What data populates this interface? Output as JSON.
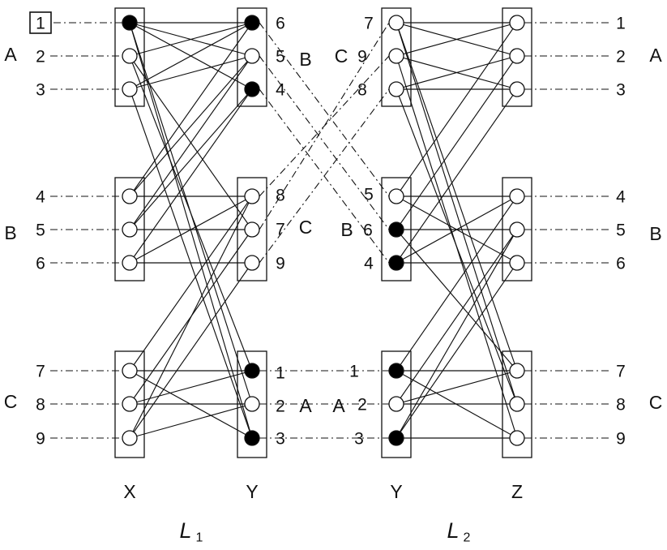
{
  "colors": {
    "line": "#111111",
    "filled": "#000000",
    "empty": "#ffffff",
    "background": "#ffffff"
  },
  "blocks": {
    "L1": {
      "title": {
        "letter": "L",
        "subscript": "1"
      },
      "columns": {
        "left": "X",
        "right": "Y"
      },
      "left": {
        "rows": [
          {
            "label": "1",
            "boxed": true,
            "filled": true
          },
          {
            "label": "2",
            "boxed": false,
            "filled": false
          },
          {
            "label": "3",
            "boxed": false,
            "filled": false
          },
          {
            "label": "4",
            "boxed": false,
            "filled": false
          },
          {
            "label": "5",
            "boxed": false,
            "filled": false
          },
          {
            "label": "6",
            "boxed": false,
            "filled": false
          },
          {
            "label": "7",
            "boxed": false,
            "filled": false
          },
          {
            "label": "8",
            "boxed": false,
            "filled": false
          },
          {
            "label": "9",
            "boxed": false,
            "filled": false
          }
        ],
        "groups": [
          "A",
          "B",
          "C"
        ]
      },
      "right": {
        "rows": [
          {
            "label": "6",
            "filled": true
          },
          {
            "label": "5",
            "filled": false
          },
          {
            "label": "4",
            "filled": true
          },
          {
            "label": "8",
            "filled": false
          },
          {
            "label": "7",
            "filled": false
          },
          {
            "label": "9",
            "filled": false
          },
          {
            "label": "1",
            "filled": true
          },
          {
            "label": "2",
            "filled": false
          },
          {
            "label": "3",
            "filled": true
          }
        ],
        "groups": [
          "B",
          "C",
          "A"
        ]
      },
      "edges": [
        [
          0,
          0
        ],
        [
          0,
          1
        ],
        [
          0,
          2
        ],
        [
          0,
          7
        ],
        [
          0,
          8
        ],
        [
          1,
          0
        ],
        [
          1,
          6
        ],
        [
          1,
          4
        ],
        [
          2,
          0
        ],
        [
          2,
          1
        ],
        [
          2,
          8
        ],
        [
          3,
          0
        ],
        [
          3,
          1
        ],
        [
          3,
          3
        ],
        [
          4,
          1
        ],
        [
          4,
          2
        ],
        [
          4,
          4
        ],
        [
          5,
          2
        ],
        [
          5,
          3
        ],
        [
          5,
          5
        ],
        [
          6,
          3
        ],
        [
          6,
          6
        ],
        [
          6,
          8
        ],
        [
          7,
          4
        ],
        [
          7,
          7
        ],
        [
          7,
          6
        ],
        [
          8,
          5
        ],
        [
          8,
          7
        ],
        [
          8,
          3
        ]
      ]
    },
    "L2": {
      "title": {
        "letter": "L",
        "subscript": "2"
      },
      "columns": {
        "left": "Y",
        "right": "Z"
      },
      "left": {
        "rows": [
          {
            "label": "7",
            "filled": false
          },
          {
            "label": "9",
            "filled": false
          },
          {
            "label": "8",
            "filled": false
          },
          {
            "label": "5",
            "filled": false
          },
          {
            "label": "6",
            "filled": true
          },
          {
            "label": "4",
            "filled": true
          },
          {
            "label": "1",
            "filled": true
          },
          {
            "label": "2",
            "filled": false
          },
          {
            "label": "3",
            "filled": true
          }
        ],
        "groups": [
          "C",
          "B",
          "A"
        ]
      },
      "right": {
        "rows": [
          {
            "label": "1",
            "filled": false
          },
          {
            "label": "2",
            "filled": false
          },
          {
            "label": "3",
            "filled": false
          },
          {
            "label": "4",
            "filled": false
          },
          {
            "label": "5",
            "filled": false
          },
          {
            "label": "6",
            "filled": false
          },
          {
            "label": "7",
            "filled": false
          },
          {
            "label": "8",
            "filled": false
          },
          {
            "label": "9",
            "filled": false
          }
        ],
        "groups": [
          "A",
          "B",
          "C"
        ]
      },
      "edges": [
        [
          0,
          0
        ],
        [
          0,
          1
        ],
        [
          0,
          6
        ],
        [
          0,
          7
        ],
        [
          1,
          0
        ],
        [
          1,
          2
        ],
        [
          1,
          8
        ],
        [
          2,
          1
        ],
        [
          2,
          2
        ],
        [
          2,
          7
        ],
        [
          3,
          0
        ],
        [
          3,
          3
        ],
        [
          3,
          5
        ],
        [
          4,
          1
        ],
        [
          4,
          4
        ],
        [
          4,
          6
        ],
        [
          5,
          2
        ],
        [
          5,
          3
        ],
        [
          5,
          5
        ],
        [
          6,
          3
        ],
        [
          6,
          8
        ],
        [
          6,
          6
        ],
        [
          7,
          4
        ],
        [
          7,
          6
        ],
        [
          7,
          7
        ],
        [
          8,
          5
        ],
        [
          8,
          8
        ],
        [
          8,
          4
        ]
      ]
    }
  },
  "crossings": [
    [
      0,
      3
    ],
    [
      1,
      4
    ],
    [
      2,
      5
    ],
    [
      3,
      1
    ],
    [
      4,
      0
    ],
    [
      5,
      2
    ],
    [
      6,
      6
    ],
    [
      7,
      7
    ],
    [
      8,
      8
    ]
  ]
}
